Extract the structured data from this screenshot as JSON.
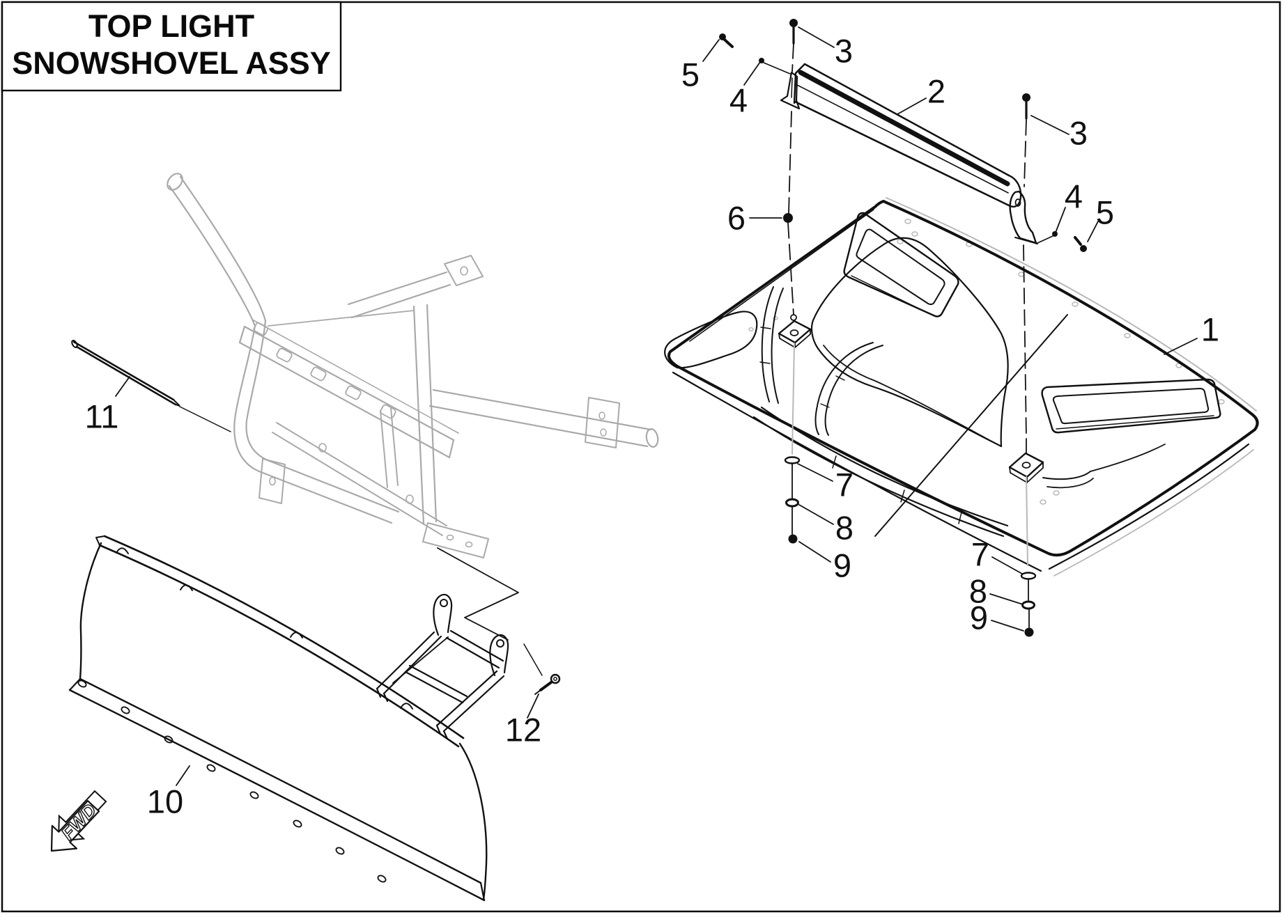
{
  "title": {
    "line1": "TOP LIGHT",
    "line2": "SNOWSHOVEL ASSY"
  },
  "fwd": {
    "text": "FWD"
  },
  "labels": [
    {
      "text": "1"
    },
    {
      "text": "2"
    },
    {
      "text": "3"
    },
    {
      "text": "3"
    },
    {
      "text": "4"
    },
    {
      "text": "4"
    },
    {
      "text": "5"
    },
    {
      "text": "5"
    },
    {
      "text": "6"
    },
    {
      "text": "7"
    },
    {
      "text": "8"
    },
    {
      "text": "9"
    },
    {
      "text": "7"
    },
    {
      "text": "8"
    },
    {
      "text": "9"
    },
    {
      "text": "10"
    },
    {
      "text": "11"
    },
    {
      "text": "12"
    }
  ],
  "colors": {
    "line": "#111111",
    "ghost": "#a9a9a9",
    "hidden": "#b8b8b8"
  }
}
